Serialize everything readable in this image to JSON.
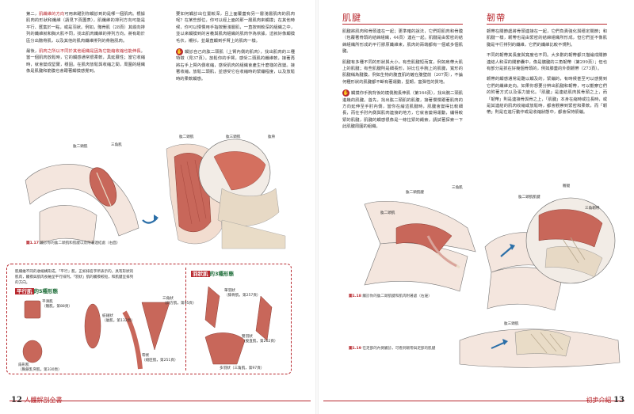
{
  "left": {
    "col1": {
      "p1_pre": "第二，",
      "p1_hl": "肌纖維的方向",
      "p1_post": "可用來躍別你觸診到的是哪一個肌肉。根據肌肉的形狀和纖維（請見下頁圖表），肌纖維的排列方向可能是平行、匯集於一點，或是羽狀。例如，髂骨肌（28頁）其縱向排列的纖維就和胸大肌不同，找出肌肉纖維的排列方向，將有助於區分出髂骨肌，以及其他的肌肉纖維排列的骨胳肌肉。",
      "p2_pre": "最後，",
      "p2_hl": "肌肉之所以不同於其他組織是因為它能縮收縮也能伸長",
      "p2_post": "。當一個肌肉放鬆時，它的觸感通常很柔軟，具延展性；當它收縮時，就會變成堅實，穩固。在肌肉放鬆與收縮之間，周圍的組織像是肌腱和筋膜也會跟著觸摸感覺到。"
    },
    "col2": {
      "p1": "要如何觸診出位置較深，且上面覆蓋有另一層淺層肌肉的肌肉呢？在某些部位，你可以經上面的那一層肌肉來觸摸；在其他時候，你可以慢慢用手指按壓淺層肌，一直按到較深的組織之中，並以來觸摸到的言義與肌肉組織的肌肉作為依據，這就好像觸摸毛衣，襯衫，並最直觸到手臂上的肌肉一樣。",
      "p2": "觸診自己的肱二頭肌（上臂內側的肌肉），找出肌肉的三種特徵（見37頁）。放鬆你的手臂，感受二頭肌的纖維軟，接著再將右手上臂內側收縮，感受肌肉的組織會產生什麼樣的改變。接著收縮，放鬆二頭肌，並感受它在收縮時的緊繃程度，以及放鬆時的柔軟觸感。"
    },
    "fig17": {
      "label_biceps": "肱二頭肌",
      "label_triceps": "三角肌",
      "label_brachialis": "肱二頭肌",
      "label_brachialis2": "肱三頭肌",
      "label_coracoid": "肱骨",
      "caption_no": "圖1.17",
      "caption": "觸診你的肱二頭肌和肌腱以及附著連結處（右面）"
    },
    "panel": {
      "note": "肌纖維不同的收縮構形成，「平行」肌，正如排名字所表示的，具有形狀的肌肉，觸摸與肌肉長軸呈平行排列。「羽狀」肌的觸摸較短，和肌腱呈排列的方向。",
      "parallel_head": "平行肌",
      "parallel_tail": "的5種形態",
      "pinnate_head": "羽狀肌",
      "pinnate_tail": "的3種形態",
      "shapes_left": [
        {
          "name": "平滑肌",
          "ref": "（髂肌，第88頁）"
        },
        {
          "name": "紡錘狀",
          "ref": "（肱肌，第132頁）"
        },
        {
          "name": "三角狀",
          "ref": "（斜方肌，第95頁）"
        },
        {
          "name": "帶狀",
          "ref": "（縫匠肌，第251頁）"
        },
        {
          "name": "扇形肌",
          "ref": "（胸鎖乳突肌，第330頁）"
        }
      ],
      "shapes_right": [
        {
          "name": "單羽狀",
          "ref": "（腓骨肌，第257頁）"
        },
        {
          "name": "雙羽狀",
          "ref": "（股直肌，第262頁）"
        },
        {
          "name": "多羽狀",
          "ref": "（三角肌，第97頁）"
        }
      ]
    },
    "footer": {
      "num": "12",
      "title": "人體解剖全書"
    }
  },
  "right": {
    "tendon": {
      "title": "肌腱",
      "p1": "肌腱將肌肉和骨頭連在一起；更準確的說法，它們把肌肉和骨膜（包覆著骨頭的結締組織，44頁）連在一起。肌腱是由緊密的結締組織所形成的平行膠原纖維束，肌肉的兩端都有一個或多個肌腱。",
      "p2": "肌腱有多種不同的形狀與大小，有些肌腱短而寬，例如肩帶大肌上的肌腱；有些肌腱則是細長形，好比位手腕上的肌腱，寬形的肌腱稱為腱膜，例如生物的腹直肌的鏟在腹壁前（207頁），不論何種形狀的肌腱都不斷有著運動，堅韌，富彈性的質地。",
      "p3": "觸摸你手腕背後的橈側腕長伸肌（第164頁），找出腕二頭肌進幾的肌腱。首先，找出肱二頭肌的肌腹，接著慢慢跟著肌肉的方向延伸至手肘內側，當你在繪這肌腱時，肌腱會變得比較細長，而在手肘內側與肌肉連接的地方，它就會變得運動，繃得較緊的肌腱，肌腱的觸感很像是一條拉緊的繩索，請試著探索一下此肌腱周圍的組織。"
    },
    "ligament": {
      "title": "韌帶",
      "p1": "韌帶在關節處將骨頭連接在一起，它們負責強化與穩定關節；和肌腱一樣，韌帶也是由緊密的結締組織所形成，但它們並不像肌腱是平行排列的纖維，它們的纖維比較不規則。",
      "p2": "不同的韌帶其長度與寬度也不同。大多數的韌帶都只描繪成關節連結人和深的關節囊中，像是髕腱的三角韌帶（第299頁）；但也有部分是抓在好幾個骨頭的，例如膝蓋的外側韌帶（273頁）。",
      "p3": "韌帶的觸感通常是難以觸及的，緊繃的，有時候甚至可以感覺到它們的纖維走向。如果你想要分辨出肌腱和韌帶，可以觀察它們的附著方式以及張力變化。「肌腱」是連結肌肉與骨頭之上，而「韌帶」則是連接骨與骨之上，「肌腱」本身在縮時或拉長時，或是其連結的肌肉收縮或放鬆時，都會觀察到緊密和柔軟，而「韌帶」則是在進行動作或是收縮狀態中，都會保持緊繃。"
    },
    "fig18": {
      "label_tendon": "肱二頭肌腱",
      "label_biceps2": "肱二頭肌",
      "label_triceps": "三角肌",
      "caption_no": "圖1.18",
      "caption": "觸診你的肱二頭肌腱和肌肉附著處（右邊）"
    },
    "fig19": {
      "label_lig": "髂腿",
      "label_lig2": "肱二頭肌肌腱",
      "label_bone": "肱三頭肌",
      "label_ankle": "三角韌帶",
      "caption_no": "圖1.19",
      "caption": "在足部的內側觸診，可看到韌帶與足部的肌腱"
    },
    "footer": {
      "title": "初步介紹",
      "num": "13"
    }
  },
  "colors": {
    "accent": "#b8282e",
    "muscle": "#c8675a",
    "tendon": "#e9dcc7",
    "skin": "#f2ddd0"
  }
}
